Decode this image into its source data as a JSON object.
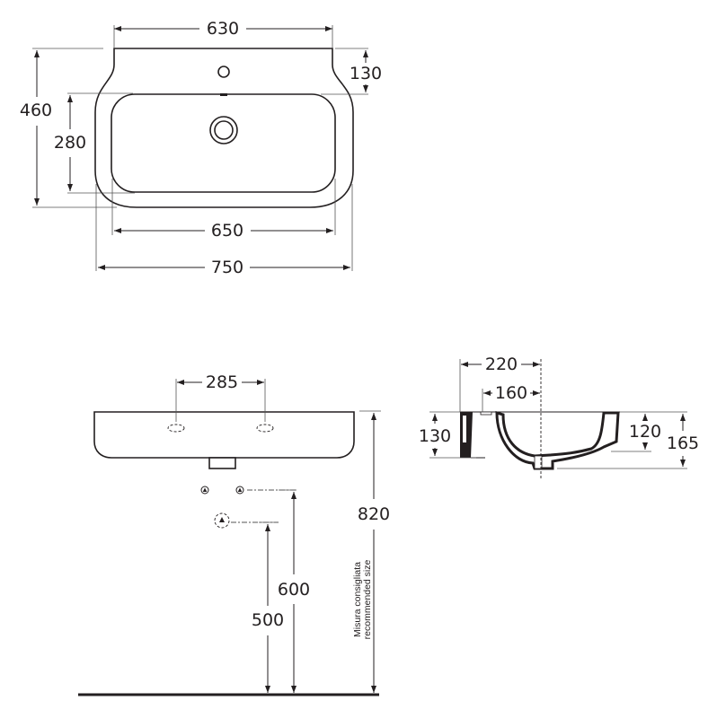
{
  "top_view": {
    "width_top": "630",
    "depth_total": "460",
    "tap_depth": "130",
    "bowl_depth": "280",
    "bowl_width": "650",
    "width_total": "750"
  },
  "front_view": {
    "hole_spacing": "285",
    "height_recommended": "820",
    "supply_height": "600",
    "waste_height": "500",
    "note_it": "Misura consigliata",
    "note_en": "recommended size"
  },
  "side_view": {
    "depth_220": "220",
    "depth_160": "160",
    "height_130": "130",
    "height_120": "120",
    "height_165": "165"
  }
}
